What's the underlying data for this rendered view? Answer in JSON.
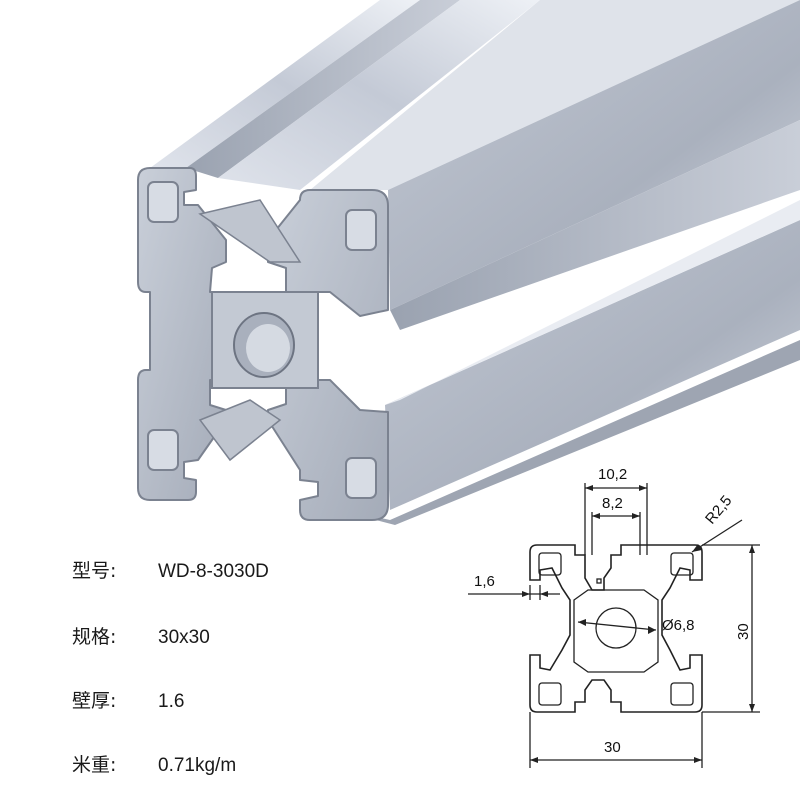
{
  "specs": [
    {
      "label": "型号:",
      "value": "WD-8-3030D"
    },
    {
      "label": "规格:",
      "value": "30x30"
    },
    {
      "label": "壁厚:",
      "value": "1.6"
    },
    {
      "label": "米重:",
      "value": "0.71kg/m"
    }
  ],
  "drawing": {
    "dim_slot_outer": "10,2",
    "dim_slot_inner": "8,2",
    "dim_radius": "R2,5",
    "dim_wall": "1,6",
    "dim_bore": "Ø6,8",
    "dim_height": "30",
    "dim_width": "30"
  },
  "colors": {
    "metal_light": "#e7ebf3",
    "metal_mid": "#b9c0cd",
    "metal_dark": "#7f8796",
    "edge": "#6c7381",
    "line": "#222222"
  }
}
